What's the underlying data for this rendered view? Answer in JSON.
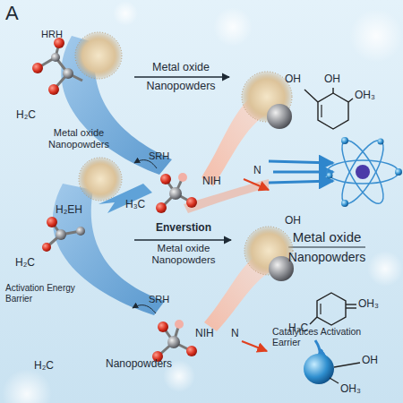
{
  "diagram": {
    "labels": [
      "A",
      "HRH",
      "Metal oxide",
      "Nanopowders",
      "OH",
      "OH",
      "OH₃",
      "H₂C",
      "Metal oxide Nanopowders",
      "SRH",
      "NIH",
      "N",
      "H₃C",
      "H₂EH",
      "Enverstion",
      "Metal oxide Nanopowders",
      "OH",
      "Metal oxide",
      "Nanopowders",
      "H₂C",
      "Activation Energy Barrier",
      "SRH",
      "N",
      "Catalytices Activation Earrier",
      "OH₃",
      "NIH",
      "H₃C",
      "OH",
      "H₂C",
      "Nanopowders",
      "OH₃"
    ]
  }
}
